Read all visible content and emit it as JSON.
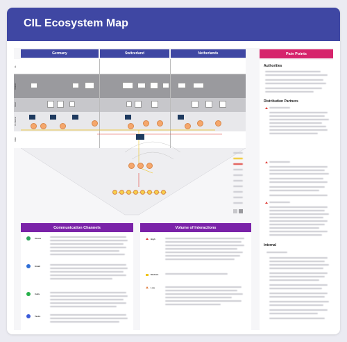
{
  "title": "CIL Ecosystem Map",
  "countries": [
    "Germany",
    "Switzerland",
    "Netherlands"
  ],
  "row_labels": [
    "CIL",
    "Partners",
    "Cloud",
    "CIL Internal",
    "Public"
  ],
  "pain_points": {
    "heading": "Pain Points",
    "sections": [
      "Authorities",
      "Distribution Partners",
      "Internal"
    ]
  },
  "communication": {
    "heading": "Communication Channels",
    "channels": [
      "Phone",
      "Email",
      "Calls",
      "Tasks"
    ]
  },
  "volume": {
    "heading": "Volume of Interactions",
    "levels": [
      "High",
      "Medium",
      "Low"
    ]
  },
  "colors": {
    "header": "#3f47a3",
    "country": "#3f47a3",
    "pain": "#d6246c",
    "comm": "#7a22a8",
    "volume": "#7a22a8",
    "node": "#f5a76c",
    "line_yellow": "#f0c419",
    "line_red": "#e0403a"
  }
}
